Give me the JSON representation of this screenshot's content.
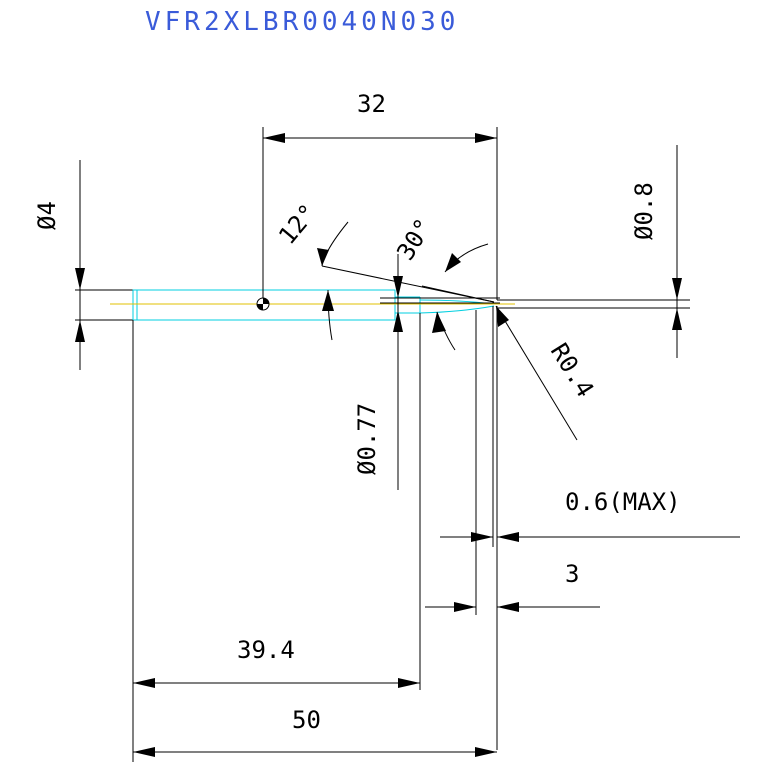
{
  "title": "VFR2XLBR0040N030",
  "colors": {
    "title": "#3a5bd9",
    "tool_outline": "#00cfe0",
    "centerline": "#e0c000",
    "dimension": "#000000"
  },
  "dimensions": {
    "length_32": "32",
    "dia_4": "Ø4",
    "dia_08": "Ø0.8",
    "angle_12": "12°",
    "angle_30": "30°",
    "radius_04": "R0.4",
    "dia_077": "Ø0.77",
    "max_06": "0.6(MAX)",
    "len_3": "3",
    "len_394": "39.4",
    "len_50": "50"
  }
}
